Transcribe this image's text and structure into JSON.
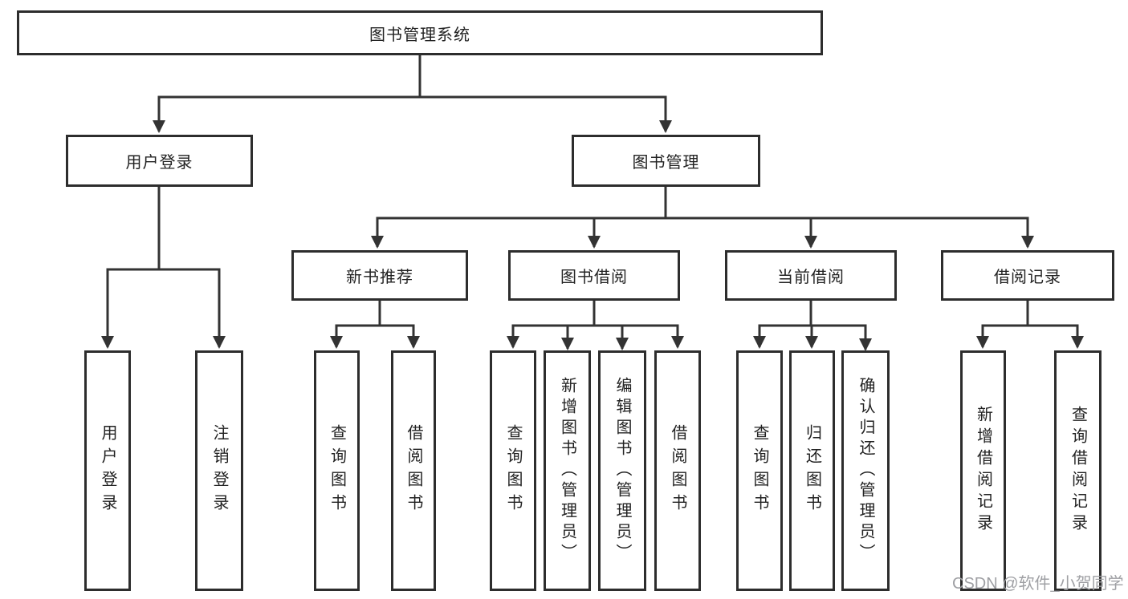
{
  "diagram_type": "hierarchy-tree",
  "tree": {
    "label": "图书管理系统",
    "children": [
      {
        "label": "用户登录",
        "children": [
          {
            "label": "用户登录"
          },
          {
            "label": "注销登录"
          }
        ]
      },
      {
        "label": "图书管理",
        "children": [
          {
            "label": "新书推荐",
            "children": [
              {
                "label": "查询图书"
              },
              {
                "label": "借阅图书"
              }
            ]
          },
          {
            "label": "图书借阅",
            "children": [
              {
                "label": "查询图书"
              },
              {
                "label": "新增图书（管理员）"
              },
              {
                "label": "编辑图书（管理员）"
              },
              {
                "label": "借阅图书"
              }
            ]
          },
          {
            "label": "当前借阅",
            "children": [
              {
                "label": "查询图书"
              },
              {
                "label": "归还图书"
              },
              {
                "label": "确认归还（管理员）"
              }
            ]
          },
          {
            "label": "借阅记录",
            "children": [
              {
                "label": "新增借阅记录"
              },
              {
                "label": "查询借阅记录"
              }
            ]
          }
        ]
      }
    ]
  },
  "watermark": {
    "text": "CSDN @软件_小贺同学"
  },
  "colors": {
    "line": "#333333",
    "box_border": "#2d2d2d",
    "text": "#222222",
    "watermark": "#9fa0a4",
    "background": "#ffffff"
  }
}
